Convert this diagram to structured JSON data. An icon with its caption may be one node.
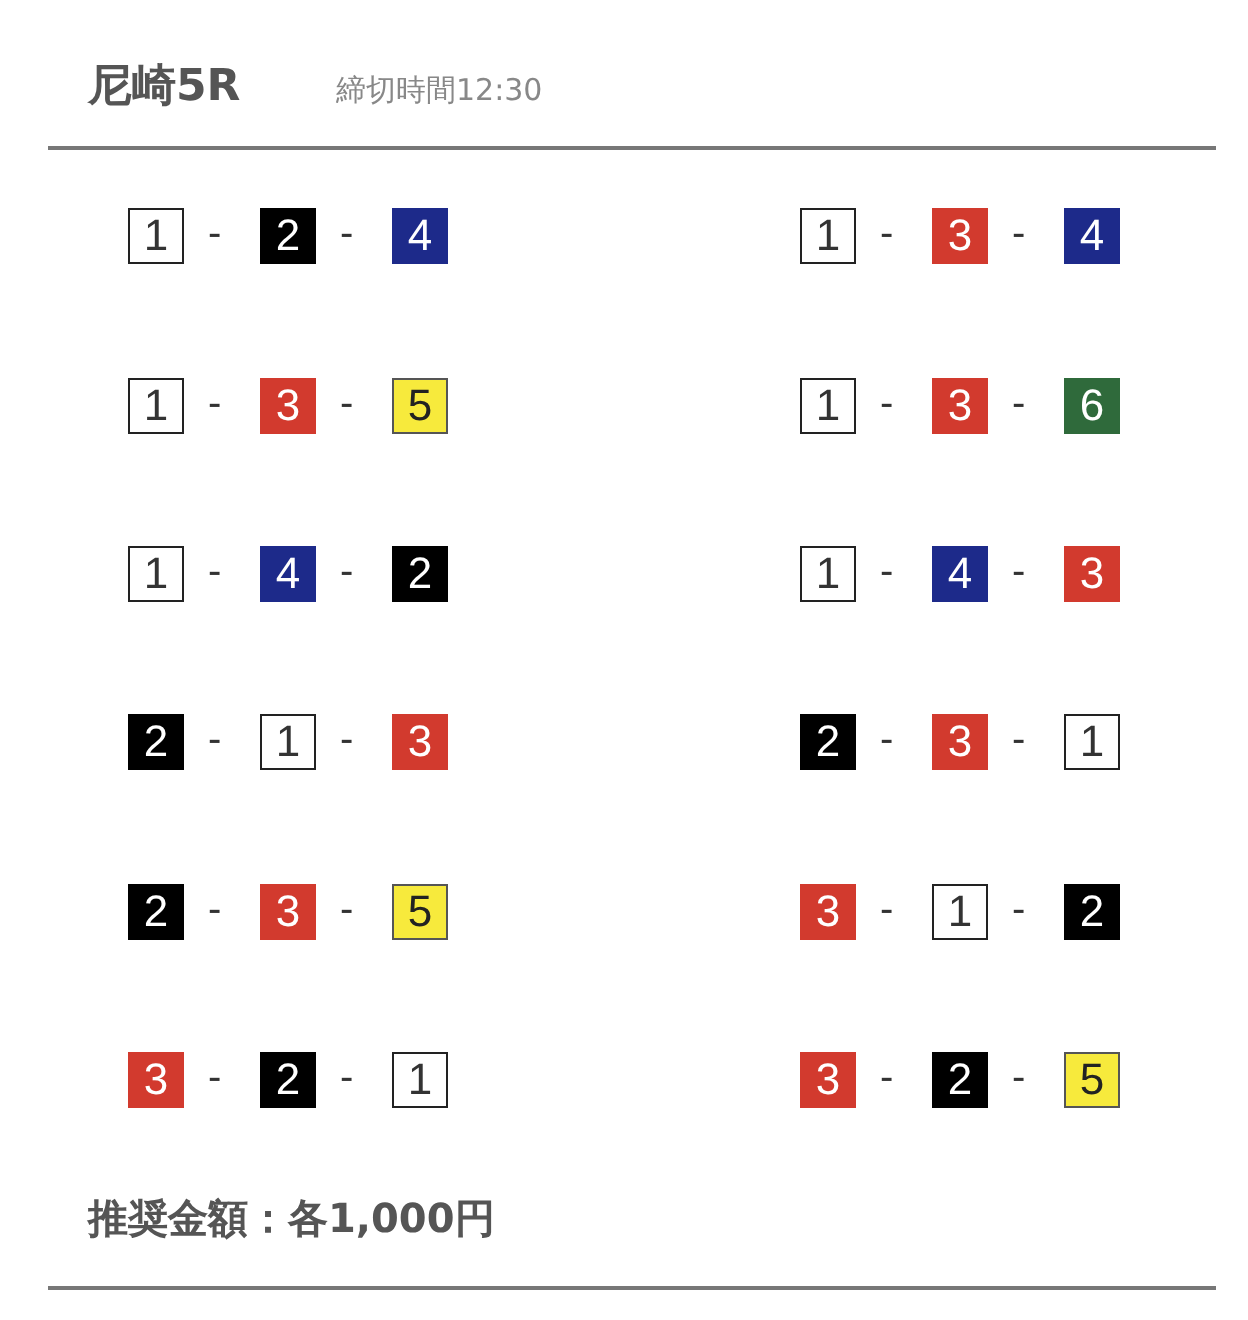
{
  "diagram": {
    "title": "尼崎5R",
    "nodes": [
      {
        "text": [
          "1"
        ]
      },
      {
        "text": [
          "2"
        ]
      },
      {
        "text": [
          "4"
        ]
      },
      {
        "text": [
          "1"
        ]
      },
      {
        "text": [
          "3"
        ]
      },
      {
        "text": [
          "4"
        ]
      },
      {
        "text": [
          "1"
        ]
      },
      {
        "text": [
          "3"
        ]
      },
      {
        "text": [
          "5"
        ]
      },
      {
        "text": [
          "1"
        ]
      },
      {
        "text": [
          "3"
        ]
      },
      {
        "text": [
          "6"
        ]
      },
      {
        "text": [
          "1"
        ]
      },
      {
        "text": [
          "4"
        ]
      },
      {
        "text": [
          "2"
        ]
      },
      {
        "text": [
          "1"
        ]
      },
      {
        "text": [
          "4"
        ]
      },
      {
        "text": [
          "3"
        ]
      },
      {
        "text": [
          "2"
        ]
      },
      {
        "text": [
          "1"
        ]
      },
      {
        "text": [
          "3"
        ]
      },
      {
        "text": [
          "2"
        ]
      },
      {
        "text": [
          "3"
        ]
      },
      {
        "text": [
          "1"
        ]
      },
      {
        "text": [
          "2"
        ]
      },
      {
        "text": [
          "3"
        ]
      },
      {
        "text": [
          "5"
        ]
      },
      {
        "text": [
          "3"
        ]
      },
      {
        "text": [
          "1"
        ]
      },
      {
        "text": [
          "2"
        ]
      },
      {
        "text": [
          "3"
        ]
      },
      {
        "text": [
          "2"
        ]
      },
      {
        "text": [
          "1"
        ]
      },
      {
        "text": [
          "3"
        ]
      },
      {
        "text": [
          "2"
        ]
      },
      {
        "text": [
          "5"
        ]
      }
    ],
    "labels": [
      "締切時間12:30",
      "-",
      "-",
      "-",
      "-",
      "-",
      "-",
      "-",
      "-",
      "-",
      "-",
      "-",
      "-",
      "-",
      "-",
      "-",
      "-",
      "-",
      "-",
      "-",
      "-",
      "-",
      "-",
      "-",
      "-",
      "推奨金額：各1,000円"
    ]
  }
}
